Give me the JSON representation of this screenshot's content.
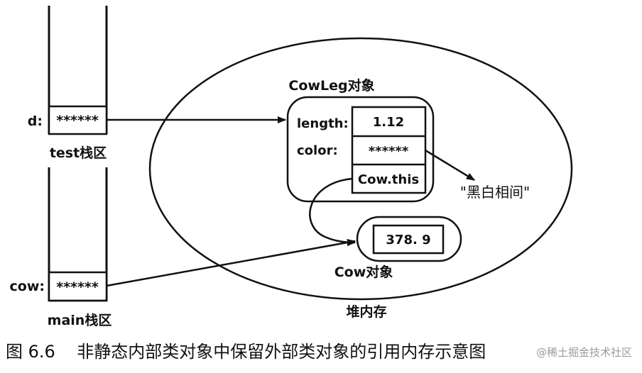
{
  "stacks": {
    "test": {
      "label": "test栈区",
      "var_label": "d:",
      "cell": "******"
    },
    "main": {
      "label": "main栈区",
      "var_label": "cow:",
      "cell": "******"
    }
  },
  "heap": {
    "label": "堆内存",
    "cowleg": {
      "title": "CowLeg对象",
      "fields": [
        {
          "label": "length:",
          "value": "1.12"
        },
        {
          "label": "color:",
          "value": "******"
        },
        {
          "label": "",
          "value": "Cow.this"
        }
      ]
    },
    "cow": {
      "title": "Cow对象",
      "value": "378. 9"
    },
    "string_literal": "\"黑白相间\""
  },
  "caption": "图 6.6    非静态内部类对象中保留外部类对象的引用内存示意图",
  "watermark": "@稀土掘金技术社区",
  "colors": {
    "ink": "#111111",
    "background": "#ffffff",
    "watermark": "#9a9a9a"
  }
}
